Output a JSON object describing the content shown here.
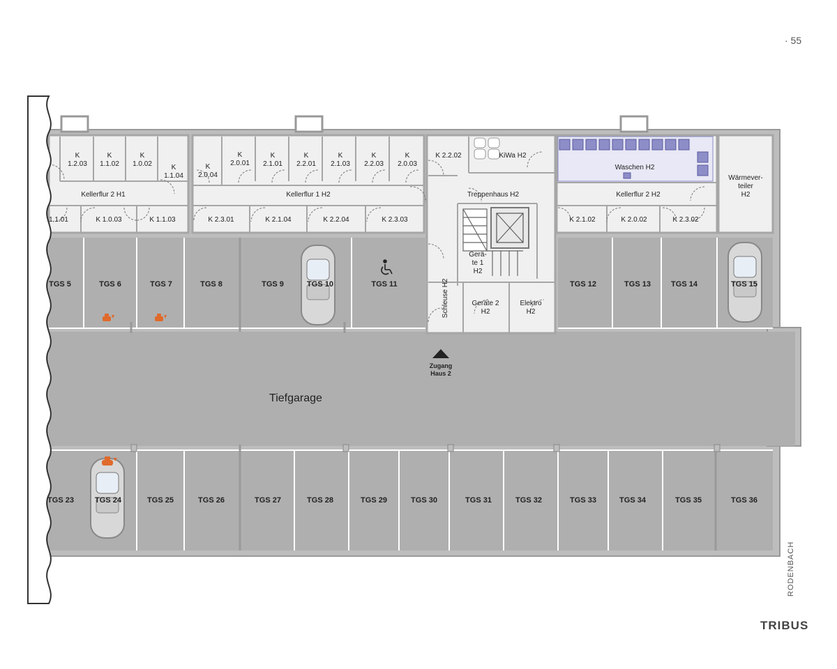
{
  "page_number": "· 55",
  "brand": {
    "name": "TRIBUS",
    "sub": "RODENBACH"
  },
  "garage_label": "Tiefgarage",
  "entrance_label": [
    "Zugang",
    "Haus 2"
  ],
  "rooms": {
    "k_1_2_03": [
      "K",
      "1.2.03"
    ],
    "k_1_1_02": [
      "K",
      "1.1.02"
    ],
    "k_1_0_02": [
      "K",
      "1.0.02"
    ],
    "k_1_1_04": [
      "K",
      "1.1.04"
    ],
    "k_2_0_04": [
      "K",
      "2.0.04"
    ],
    "k_2_0_01": [
      "K",
      "2.0.01"
    ],
    "k_2_1_01": [
      "K",
      "2.1.01"
    ],
    "k_2_2_01": [
      "K",
      "2.2.01"
    ],
    "k_2_1_03": [
      "K",
      "2.1.03"
    ],
    "k_2_2_03": [
      "K",
      "2.2.03"
    ],
    "k_2_0_03": [
      "K",
      "2.0.03"
    ],
    "k_2_2_02": "K 2.2.02",
    "kiwa": "KiWa H2",
    "waschen": "Waschen H2",
    "waermeverteiler": [
      "Wärmever-",
      "teiler",
      "H2"
    ],
    "kellerflur_2_h1": "Kellerflur 2 H1",
    "kellerflur_1_h2": "Kellerflur 1 H2",
    "treppenhaus": "Treppenhaus H2",
    "kellerflur_2_h2": "Kellerflur 2 H2",
    "k_1_1_01": "1.1.01",
    "k_1_0_03": "K 1.0.03",
    "k_1_1_03": "K 1.1.03",
    "k_2_3_01": "K 2.3.01",
    "k_2_1_04": "K 2.1.04",
    "k_2_2_04": "K 2.2.04",
    "k_2_3_03": "K 2.3.03",
    "k_2_1_02": "K 2.1.02",
    "k_2_0_02": "K 2.0.02",
    "k_2_3_02": "K 2.3.02",
    "geraete1": [
      "Gerä-",
      "te 1",
      "H2"
    ],
    "schleuse": "Schleuse H2",
    "geraete2": [
      "Geräte 2",
      "H2"
    ],
    "elektro": [
      "Elektro",
      "H2"
    ]
  },
  "parking_top": [
    "TGS 5",
    "TGS 6",
    "TGS 7",
    "TGS 8",
    "TGS 9",
    "TGS 10",
    "TGS 11",
    "TGS 12",
    "TGS 13",
    "TGS 14",
    "TGS 15"
  ],
  "parking_bottom": [
    "TGS 23",
    "TGS 24",
    "TGS 25",
    "TGS 26",
    "TGS 27",
    "TGS 28",
    "TGS 29",
    "TGS 30",
    "TGS 31",
    "TGS 32",
    "TGS 33",
    "TGS 34",
    "TGS 35",
    "TGS 36"
  ],
  "icons": {
    "ev_charging": "ev-charging-icon",
    "wheelchair": "wheelchair-icon",
    "car": "car-icon",
    "arrow": "entrance-arrow-icon"
  },
  "colors": {
    "garage_fill": "#afafaf",
    "room_fill": "#f0f0f0",
    "wall": "#a6a6a6",
    "wash_fill": "#e8e8f6",
    "machine_fill": "#8d8dc8",
    "ev_accent": "#e06a2b"
  }
}
